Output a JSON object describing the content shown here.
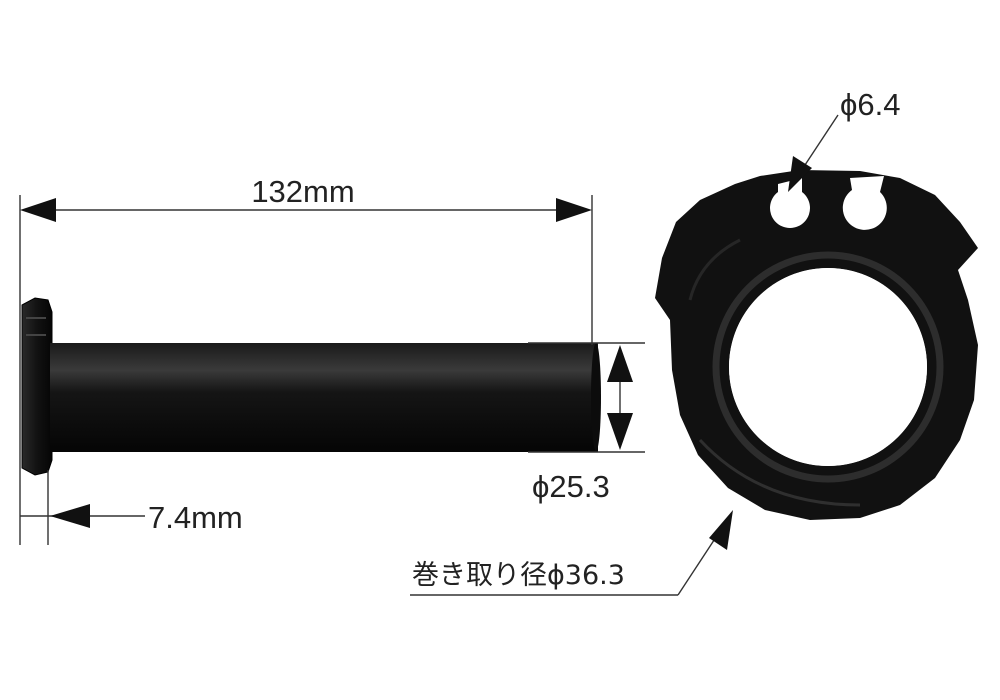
{
  "labels": {
    "length": "132mm",
    "flange": "7.4mm",
    "outer_diameter": "ϕ25.3",
    "hole_diameter": "ϕ6.4",
    "winding_diameter": "巻き取り径ϕ36.3"
  },
  "colors": {
    "part": "#111111",
    "part_highlight": "#2b2b2b",
    "dimension_line": "#333333",
    "text": "#222222"
  }
}
